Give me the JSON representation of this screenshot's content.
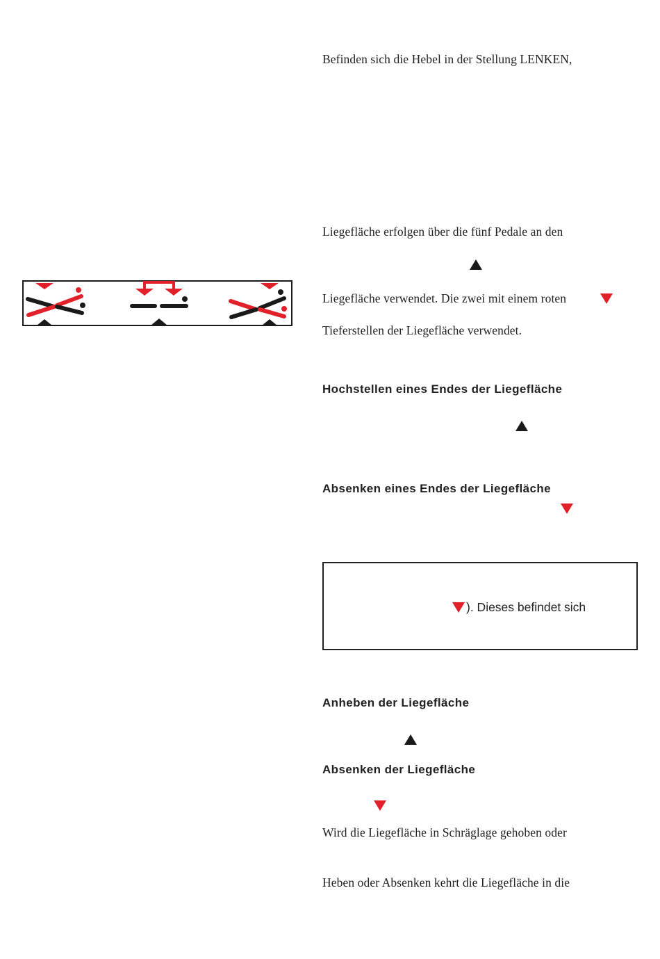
{
  "colors": {
    "red": "#e2202a",
    "black": "#1a1a1a",
    "text": "#222222"
  },
  "text": {
    "line1": "Befinden sich die Hebel in der Stellung LENKEN,",
    "line2": "Liegefläche erfolgen über die fünf Pedale an den",
    "line3": "Liegefläche verwendet. Die zwei mit einem roten",
    "line4": "Tieferstellen der Liegefläche verwendet.",
    "note_line": "). Dieses befindet sich",
    "line5": "Wird die Liegefläche in Schräglage gehoben oder",
    "line6": "Heben oder Absenken kehrt die Liegefläche in die"
  },
  "headings": {
    "raise_end": "Hochstellen eines Endes der Liegefläche",
    "lower_end": "Absenken eines Endes der Liegefläche",
    "raise_surface": "Anheben der Liegefläche",
    "lower_surface": "Absenken der Liegefläche"
  },
  "icons": {
    "up": "black-up-triangle-icon",
    "down": "red-down-triangle-icon",
    "pedal_panel": "pedal-function-diagram"
  }
}
